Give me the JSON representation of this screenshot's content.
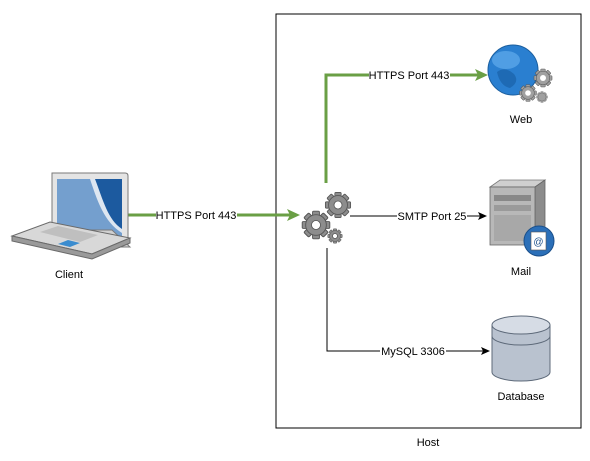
{
  "nodes": {
    "client": "Client",
    "web": "Web",
    "mail": "Mail",
    "database": "Database",
    "host": "Host"
  },
  "edges": {
    "client_to_server": "HTTPS Port 443",
    "server_to_web": "HTTPS Port 443",
    "server_to_mail": "SMTP Port 25",
    "server_to_database": "MySQL 3306"
  },
  "icons": {
    "client": "laptop-icon",
    "server": "gears-icon",
    "web": "globe-gears-icon",
    "mail": "mail-server-icon",
    "database": "database-icon"
  },
  "colors": {
    "https_edge": "#6a9f45",
    "plain_edge": "#000000",
    "globe": "#2a7fd0",
    "laptop_screen": "#1c5a9f"
  }
}
